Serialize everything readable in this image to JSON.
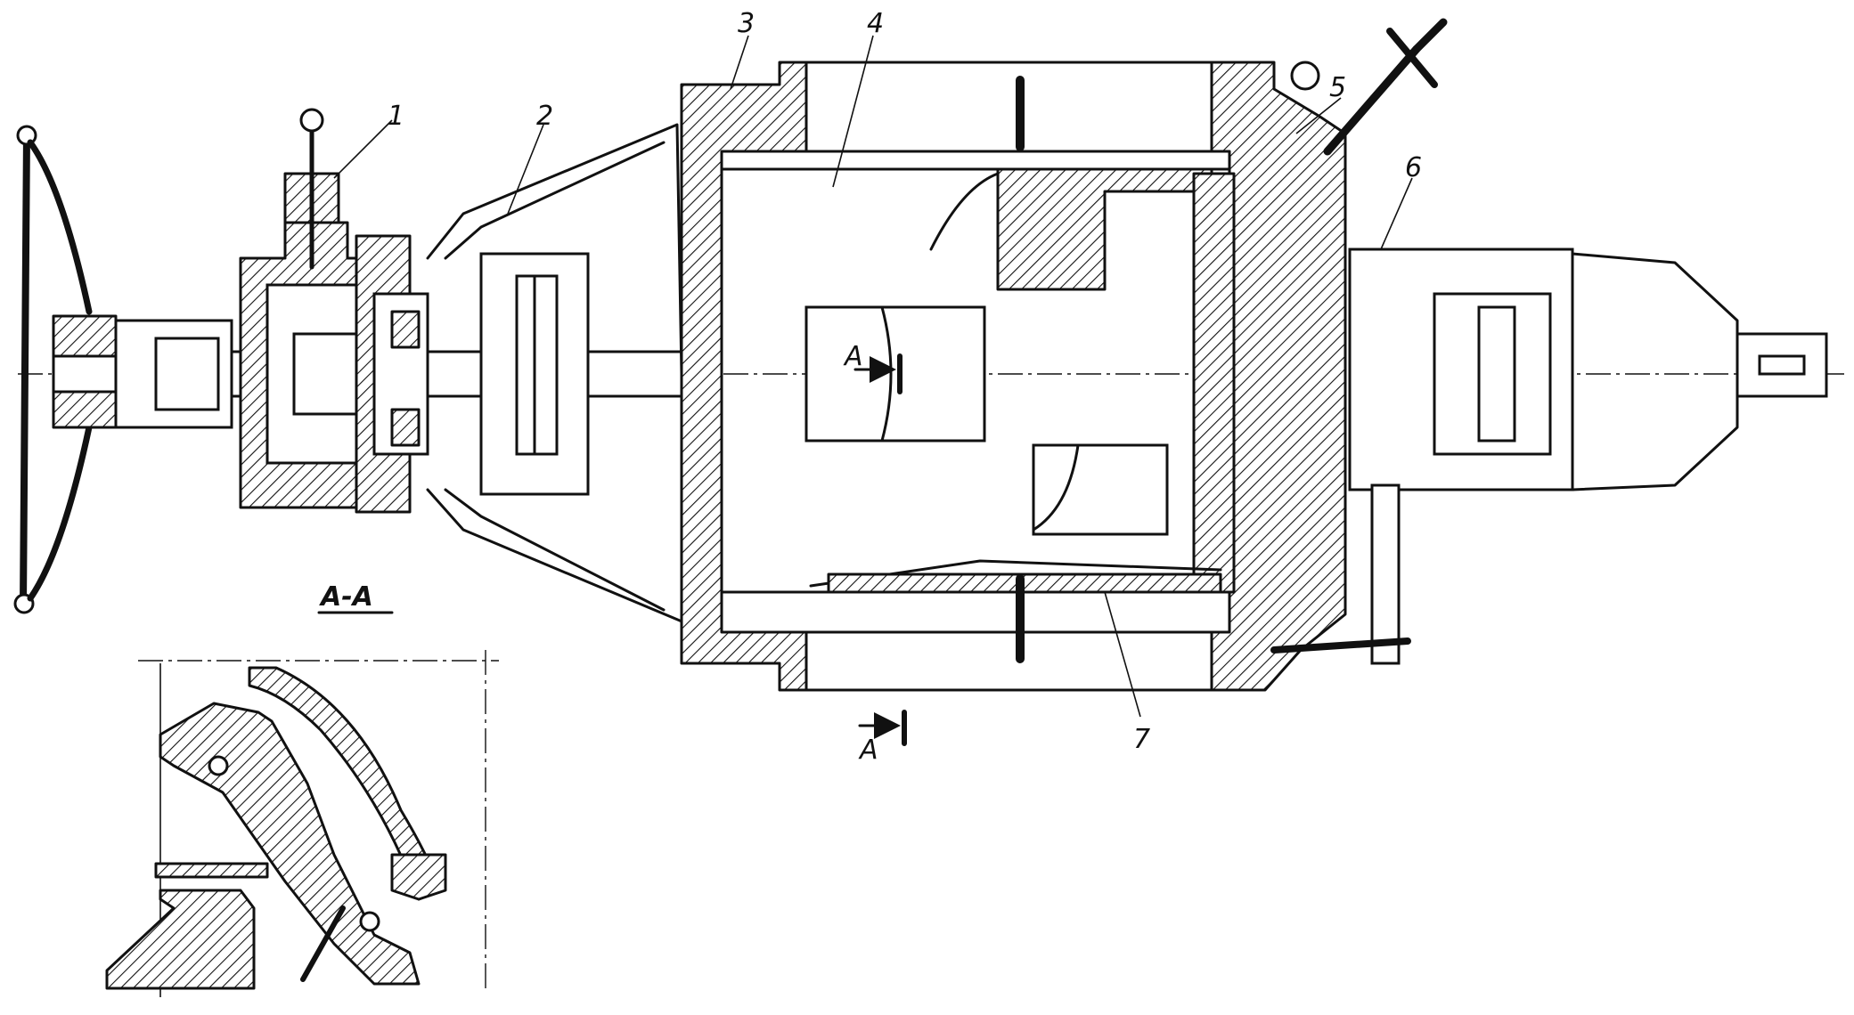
{
  "labels": {
    "part_1": "1",
    "part_2": "2",
    "part_3": "3",
    "part_4": "4",
    "part_5": "5",
    "part_6": "6",
    "part_7": "7",
    "section_marker_top": "A",
    "section_marker_bottom": "A",
    "section_title": "A-A"
  }
}
